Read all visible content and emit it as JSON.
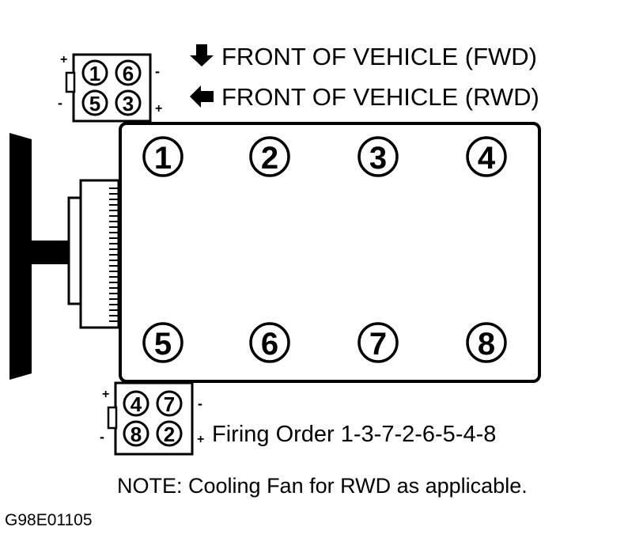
{
  "labels": {
    "front_fwd": "FRONT OF VEHICLE (FWD)",
    "front_rwd": "FRONT OF VEHICLE (RWD)",
    "firing_order": "Firing Order 1-3-7-2-6-5-4-8",
    "note": "NOTE:  Cooling Fan for RWD as applicable.",
    "figure_code": "G98E01105"
  },
  "cylinders": {
    "top_row": [
      "1",
      "2",
      "3",
      "4"
    ],
    "bottom_row": [
      "5",
      "6",
      "7",
      "8"
    ]
  },
  "top_coil_pack": {
    "row1": [
      "1",
      "6"
    ],
    "row2": [
      "5",
      "3"
    ],
    "sign_left_top": "+",
    "sign_right_top": "-",
    "sign_left_bottom": "-",
    "sign_right_bottom": "+"
  },
  "bottom_coil_pack": {
    "row1": [
      "4",
      "7"
    ],
    "row2": [
      "8",
      "2"
    ],
    "sign_left_top": "+",
    "sign_right_top": "-",
    "sign_left_bottom": "-",
    "sign_right_bottom": "+"
  },
  "icons": {
    "down_arrow": "arrow-down-icon",
    "left_arrow": "arrow-left-icon"
  }
}
